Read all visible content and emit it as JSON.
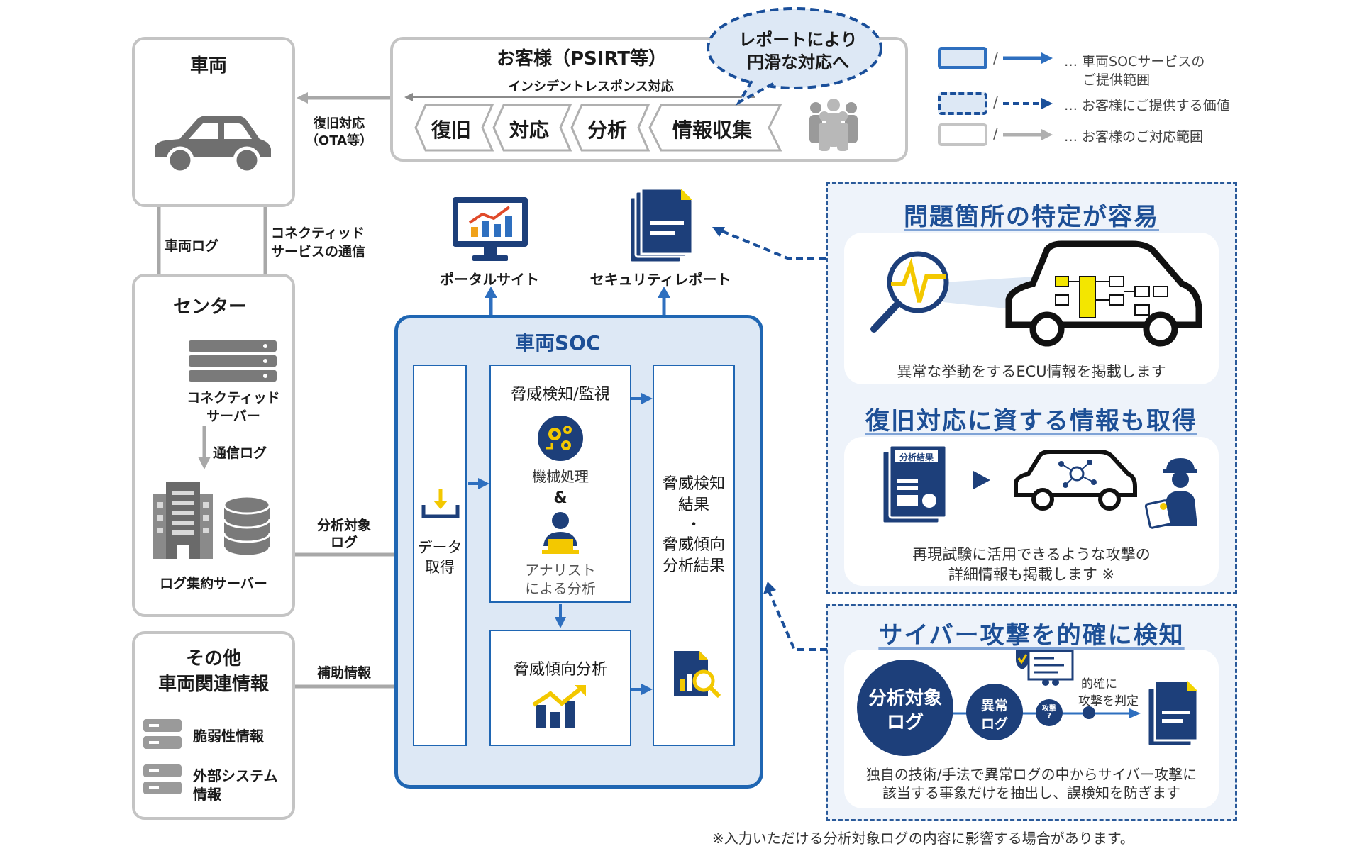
{
  "vehicle": {
    "title": "車両",
    "log_label": "車両ログ",
    "connected_comm": [
      "コネクティッド",
      "サービスの通信"
    ],
    "recovery": [
      "復旧対応",
      "（OTA等）"
    ]
  },
  "customer": {
    "title": "お客様（PSIRT等）",
    "flow_label": "インシデントレスポンス対応",
    "steps": [
      "復旧",
      "対応",
      "分析",
      "情報収集"
    ],
    "bubble": [
      "レポートにより",
      "円滑な対応へ"
    ]
  },
  "legend": {
    "items": [
      "… 車両SOCサービスの",
      "ご提供範囲",
      "… お客様にご提供する価値",
      "… お客様のご対応範囲"
    ],
    "slash": "/"
  },
  "center": {
    "title": "センター",
    "connected_server": [
      "コネクティッド",
      "サーバー"
    ],
    "comm_log": "通信ログ",
    "log_server": "ログ集約サーバー"
  },
  "arrows": {
    "analysis_log": [
      "分析対象",
      "ログ"
    ],
    "aux_info": "補助情報"
  },
  "other": {
    "title": [
      "その他",
      "車両関連情報"
    ],
    "items": [
      "脆弱性情報",
      "外部システム",
      "情報"
    ]
  },
  "outputs": {
    "portal": "ポータルサイト",
    "report": "セキュリティレポート"
  },
  "soc": {
    "title": "車両SOC",
    "data_acq": [
      "データ",
      "取得"
    ],
    "detect_title": "脅威検知/監視",
    "machine": "機械処理",
    "amp": "&",
    "analyst": [
      "アナリスト",
      "による分析"
    ],
    "trend": "脅威傾向分析",
    "results": [
      "脅威検知",
      "結果",
      "・",
      "脅威傾向",
      "分析結果"
    ]
  },
  "panel1": {
    "heading": "問題箇所の特定が容易",
    "caption": "異常な挙動をするECU情報を掲載します"
  },
  "panel2": {
    "heading": "復旧対応に資する情報も取得",
    "doc_label": "分析結果",
    "caption": [
      "再現試験に活用できるような攻撃の",
      "詳細情報も掲載します ※"
    ]
  },
  "panel3": {
    "heading": "サイバー攻撃を的確に検知",
    "big_circle": [
      "分析対象",
      "ログ"
    ],
    "mid_circle": [
      "異常",
      "ログ"
    ],
    "small_circle": [
      "攻撃",
      "?"
    ],
    "judge": [
      "的確に",
      "攻撃を判定"
    ],
    "caption": [
      "独自の技術/手法で異常ログの中からサイバー攻撃に",
      "該当する事象だけを抽出し、誤検知を防ぎます"
    ]
  },
  "footnote": "※入力いただける分析対象ログの内容に影響する場合があります。",
  "colors": {
    "navy": "#1d3f7a",
    "blue": "#2e6fbf",
    "gray": "#c4c4c4",
    "yellow": "#f3d400"
  }
}
